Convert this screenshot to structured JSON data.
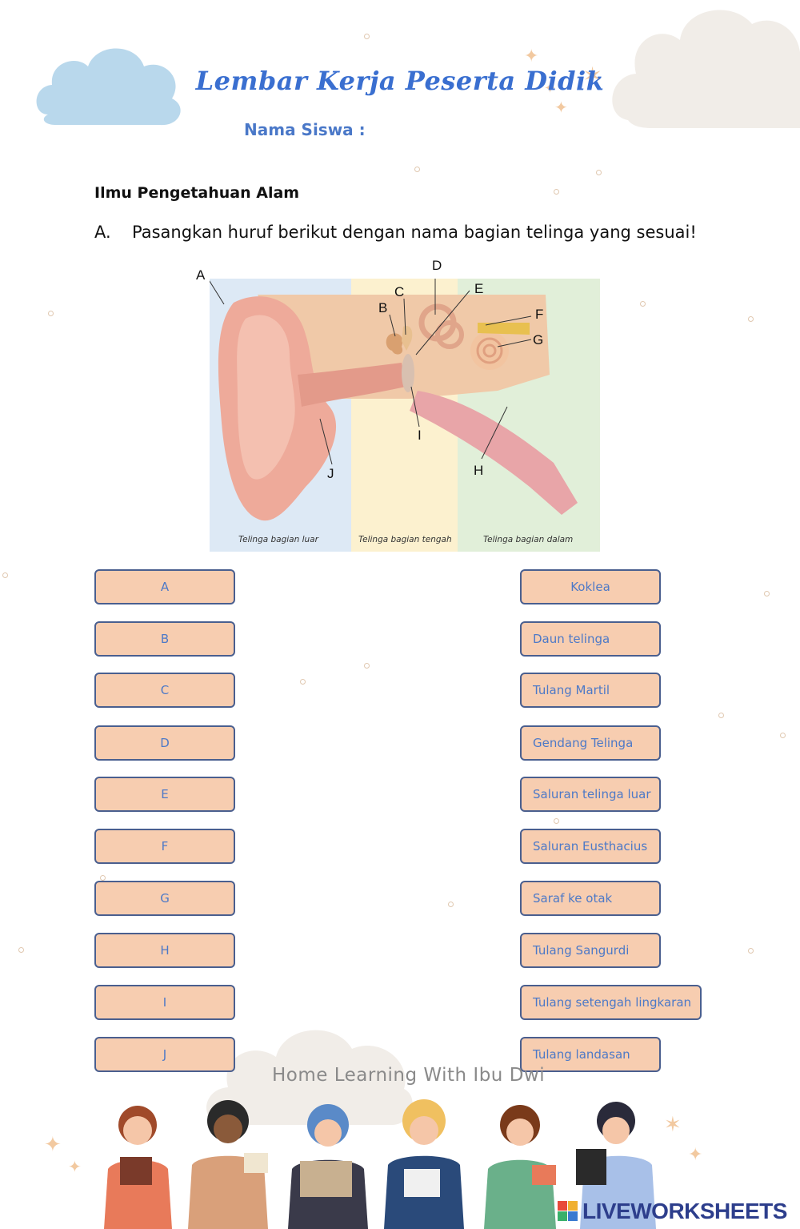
{
  "header": {
    "title": "Lembar Kerja Peserta Didik",
    "name_label": "Nama Siswa :"
  },
  "subject": "Ilmu Pengetahuan Alam",
  "instruction": {
    "number": "A.",
    "text": "Pasangkan huruf berikut dengan nama bagian telinga yang sesuai!"
  },
  "figure": {
    "letters": [
      "A",
      "B",
      "C",
      "D",
      "E",
      "F",
      "G",
      "H",
      "I",
      "J"
    ],
    "regions": [
      "Telinga bagian luar",
      "Telinga bagian tengah",
      "Telinga bagian dalam"
    ]
  },
  "left_options": [
    "A",
    "B",
    "C",
    "D",
    "E",
    "F",
    "G",
    "H",
    "I",
    "J"
  ],
  "right_options": [
    "Koklea",
    "Daun telinga",
    "Tulang Martil",
    "Gendang Telinga",
    "Saluran telinga luar",
    "Saluran Eusthacius",
    "Saraf ke otak",
    "Tulang Sangurdi",
    "Tulang setengah lingkaran",
    "Tulang landasan"
  ],
  "footer": {
    "credit": "Home Learning With Ibu Dwi",
    "brand": "LIVEWORKSHEETS"
  }
}
